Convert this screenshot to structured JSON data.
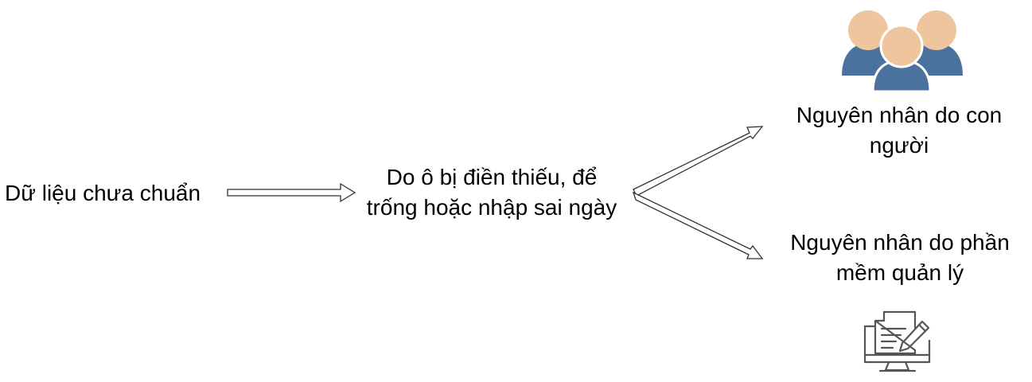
{
  "nodes": {
    "source": "Dữ liệu chưa chuẩn",
    "cause_line1": "Do ô bị điền thiếu, để",
    "cause_line2": "trống hoặc nhập sai ngày",
    "human_line1": "Nguyên nhân do con",
    "human_line2": "người",
    "software_line1": "Nguyên nhân do phần",
    "software_line2": "mềm quản lý"
  },
  "icons": {
    "people": "people-group-icon",
    "software": "document-edit-monitor-icon"
  },
  "colors": {
    "skin": "#EFC59E",
    "body": "#4A729C",
    "icon_stroke": "#555555",
    "arrow_stroke": "#333333"
  }
}
